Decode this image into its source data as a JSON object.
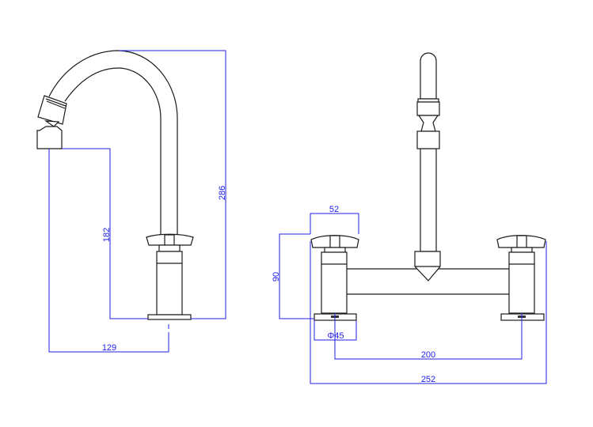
{
  "drawing": {
    "side_view": {
      "dimensions": {
        "total_height": "286",
        "spout_height": "182",
        "spout_reach": "129"
      }
    },
    "front_view": {
      "dimensions": {
        "handle_width": "52",
        "valve_height": "90",
        "base_diameter": "Φ45",
        "center_distance": "200",
        "overall_width": "252"
      }
    },
    "colors": {
      "dimension": "#2222e6",
      "outline": "#1a1a1a"
    }
  }
}
